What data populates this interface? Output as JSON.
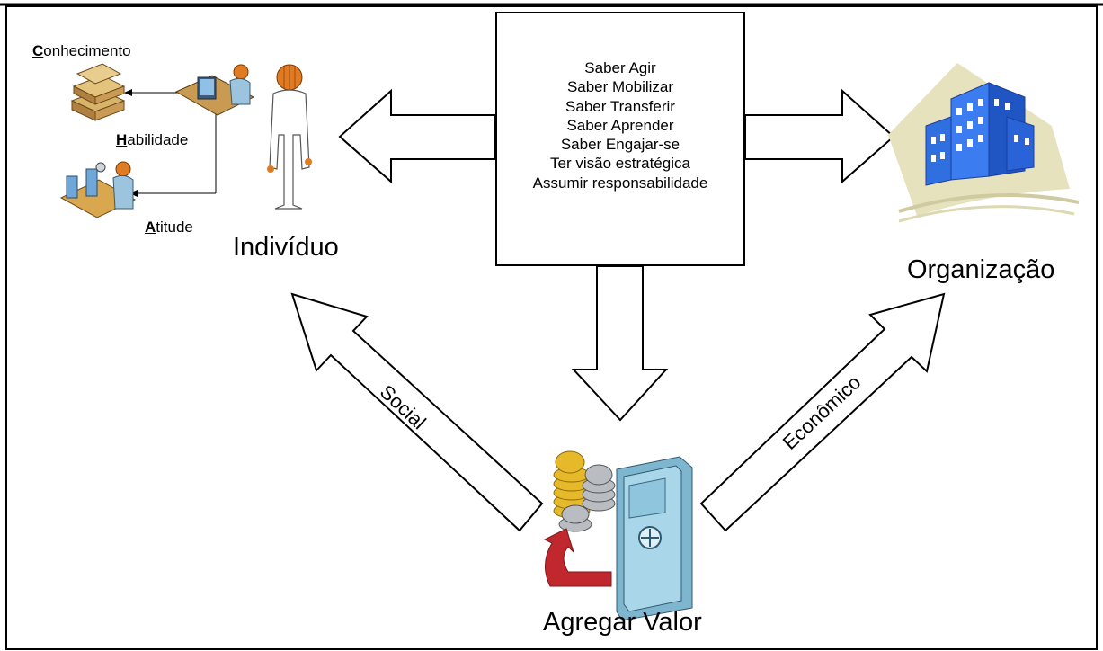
{
  "knowledge": {
    "conhecimento": {
      "initial": "C",
      "rest": "onhecimento"
    },
    "habilidade": {
      "initial": "H",
      "rest": "abilidade"
    },
    "atitude": {
      "initial": "A",
      "rest": "titude"
    }
  },
  "nodes": {
    "individuo": "Indivíduo",
    "organizacao": "Organização",
    "agregar_valor": "Agregar Valor"
  },
  "center_box": {
    "lines": [
      "Saber Agir",
      "Saber Mobilizar",
      "Saber Transferir",
      "Saber Aprender",
      "Saber Engajar-se",
      "Ter visão estratégica",
      "Assumir responsabilidade"
    ]
  },
  "arrows": {
    "social": "Social",
    "economico": "Econômico"
  },
  "colors": {
    "frame": "#000000",
    "building_blue": "#2f6fe0",
    "building_dark": "#1a3f9e",
    "plaza": "#e6e2bd",
    "safe": "#a9d6e8",
    "coins_gold": "#e5b92a",
    "coins_silver": "#b9bcc0",
    "red_arrow": "#c0282d",
    "skin": "#e07b22"
  },
  "icons": [
    "books-icon",
    "worker-desk-icon",
    "factory-worker-icon",
    "person-icon",
    "building-icon",
    "coins-icon",
    "safe-icon",
    "return-arrow-icon"
  ]
}
